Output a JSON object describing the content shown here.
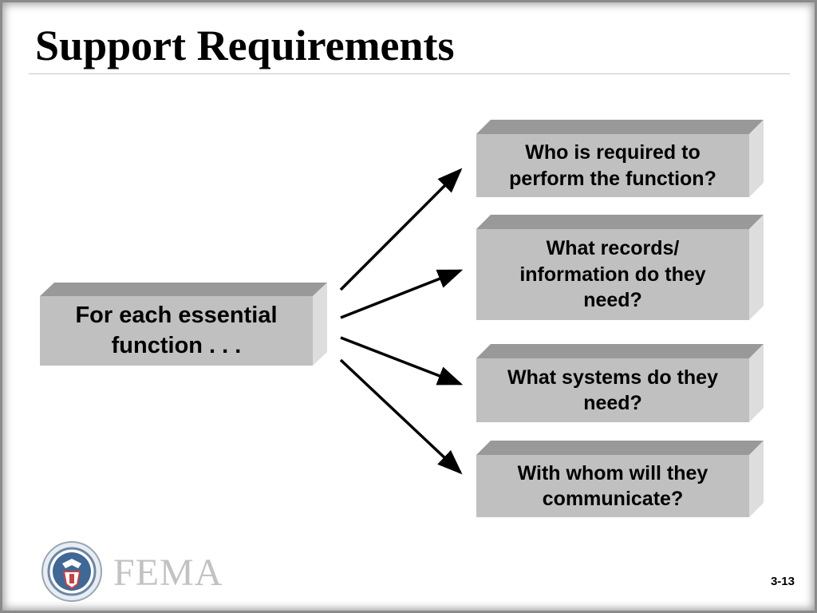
{
  "slide": {
    "title": "Support Requirements",
    "page_number": "3-13"
  },
  "diagram": {
    "source": "For each essential function . . .",
    "questions": [
      "Who is required to perform the function?",
      "What records/ information do they need?",
      "What systems do they need?",
      "With whom will they communicate?"
    ]
  },
  "logo": {
    "text": "FEMA",
    "icon": "dhs-seal-icon"
  },
  "colors": {
    "box_front": "#c0c0c0",
    "box_top": "#999999",
    "box_side": "#dddddd",
    "arrow": "#000000",
    "logo_text": "#c2c2c2"
  }
}
